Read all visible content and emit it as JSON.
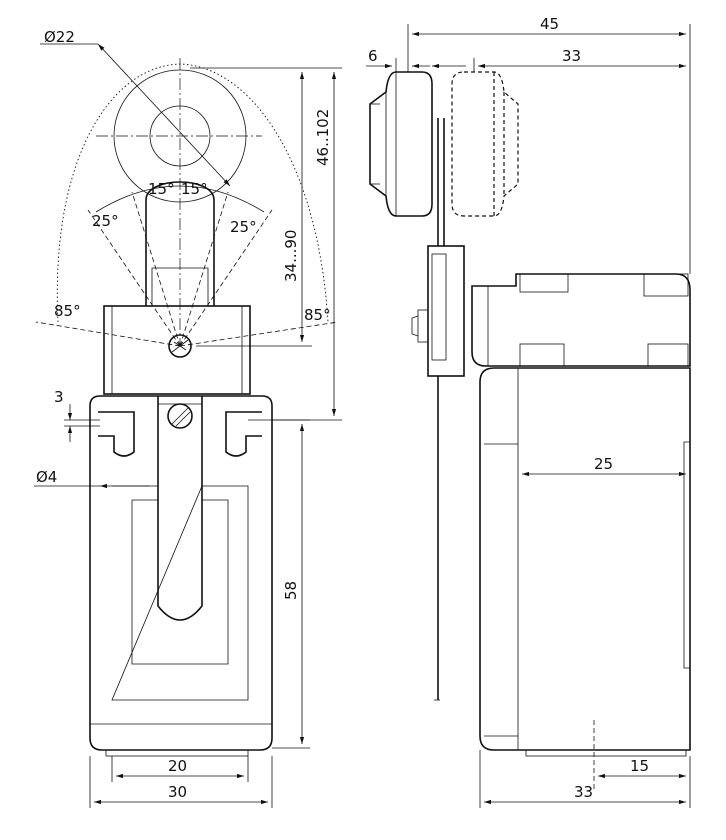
{
  "dimensions": {
    "roller_diameter": "Ø22",
    "lever_length_range": "46..102",
    "roller_offset_range": "34...90",
    "angle_15_left": "15°",
    "angle_15_right": "15°",
    "angle_25_left": "25°",
    "angle_25_right": "25°",
    "angle_85_left": "85°",
    "angle_85_right": "85°",
    "slot_height": "3",
    "mounting_hole": "Ø4",
    "body_height": "58",
    "hole_spacing": "20",
    "front_width": "30",
    "side_overall": "45",
    "side_roller_offset": "33",
    "roller_width": "6",
    "side_body_depth": "25",
    "side_hole_offset": "15",
    "side_base_width": "33"
  }
}
